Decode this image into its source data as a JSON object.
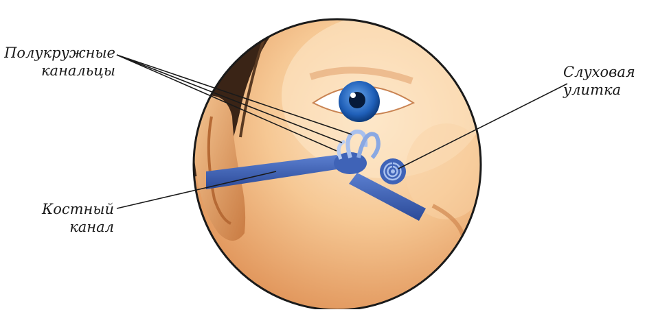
{
  "labels": {
    "semicircular_canals": {
      "line1": "Полукружные",
      "line2": "канальцы"
    },
    "cochlea": {
      "line1": "Слуховая",
      "line2": "улитка"
    },
    "bone_canal": {
      "line1": "Костный",
      "line2": "канал"
    }
  },
  "colors": {
    "skin": "#f3c08c",
    "skin_light": "#fbe3c4",
    "skin_shadow": "#d98f55",
    "hair": "#3a2416",
    "iris": "#1f5fb8",
    "ear_structure": "#3f63b7",
    "outline": "#1a1a1a"
  }
}
